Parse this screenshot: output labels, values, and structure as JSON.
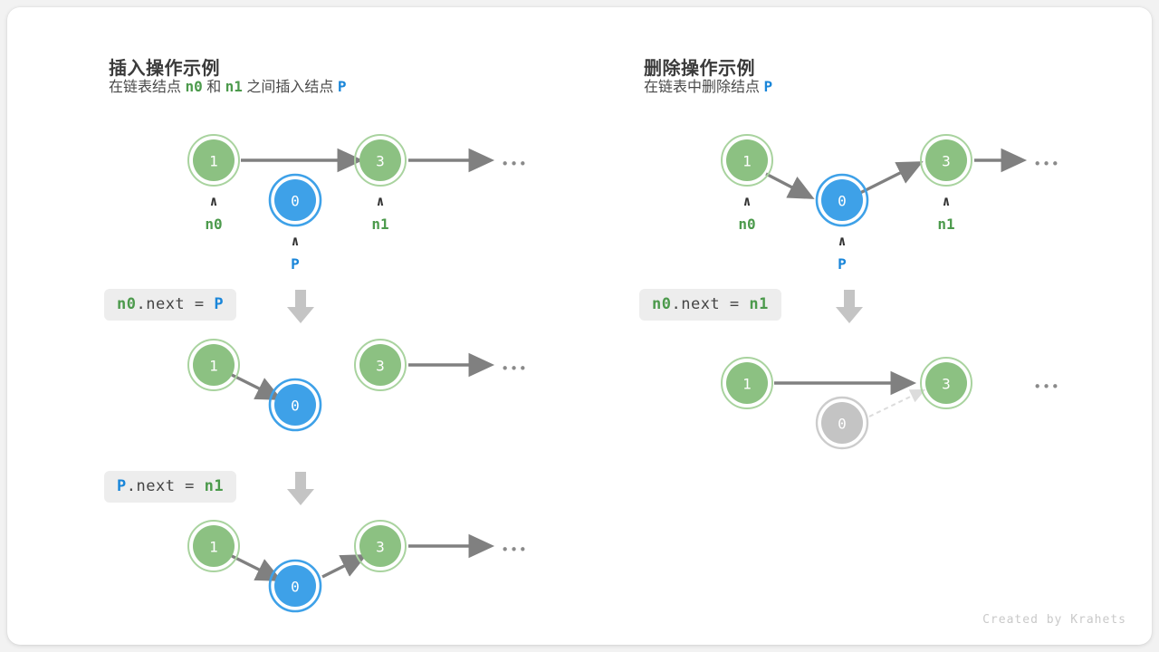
{
  "theme": {
    "page_bg": "#f2f2f2",
    "card_bg": "#ffffff",
    "node_green_fill": "#8cc182",
    "node_green_ring": "#a9d39f",
    "node_blue_fill": "#3ea1e8",
    "node_blue_ring": "#3ea1e8",
    "node_gray_fill": "#c4c4c4",
    "node_gray_ring": "#cccccc",
    "arrow_gray": "#808080",
    "arrow_faded": "#dcdcdc",
    "code_chip_bg": "#ededed",
    "text_green": "#4c9a4c",
    "text_blue": "#1a86d9",
    "heading": "#3b3b3b"
  },
  "panels": {
    "insert": {
      "title": "插入操作示例",
      "subtitle_parts": [
        {
          "text": "在链表结点",
          "kind": "plain"
        },
        {
          "text": "n0",
          "kind": "green"
        },
        {
          "text": "和",
          "kind": "plain"
        },
        {
          "text": "n1",
          "kind": "green"
        },
        {
          "text": "之间插入结点",
          "kind": "plain"
        },
        {
          "text": "P",
          "kind": "blue"
        }
      ],
      "steps": [
        {
          "code_parts": [
            {
              "text": "n0",
              "kind": "green"
            },
            {
              "text": ".next = ",
              "kind": "plain"
            },
            {
              "text": "P",
              "kind": "blue"
            }
          ]
        },
        {
          "code_parts": [
            {
              "text": "P",
              "kind": "blue"
            },
            {
              "text": ".next = ",
              "kind": "plain"
            },
            {
              "text": "n1",
              "kind": "green"
            }
          ]
        }
      ],
      "rows": [
        {
          "nodes": [
            {
              "value": "1",
              "color": "green",
              "label": "n0",
              "label_color": "green"
            },
            {
              "value": "0",
              "color": "blue",
              "label": "P",
              "label_color": "blue"
            },
            {
              "value": "3",
              "color": "green",
              "label": "n1",
              "label_color": "green"
            }
          ],
          "ellipsis": "•••"
        },
        {
          "nodes": [
            {
              "value": "1",
              "color": "green"
            },
            {
              "value": "0",
              "color": "blue"
            },
            {
              "value": "3",
              "color": "green"
            }
          ],
          "ellipsis": "•••"
        },
        {
          "nodes": [
            {
              "value": "1",
              "color": "green"
            },
            {
              "value": "0",
              "color": "blue"
            },
            {
              "value": "3",
              "color": "green"
            }
          ],
          "ellipsis": "•••"
        }
      ]
    },
    "remove": {
      "title": "删除操作示例",
      "subtitle_parts": [
        {
          "text": "在链表中删除结点",
          "kind": "plain"
        },
        {
          "text": "P",
          "kind": "blue"
        }
      ],
      "steps": [
        {
          "code_parts": [
            {
              "text": "n0",
              "kind": "green"
            },
            {
              "text": ".next = ",
              "kind": "plain"
            },
            {
              "text": "n1",
              "kind": "green"
            }
          ]
        }
      ],
      "rows": [
        {
          "nodes": [
            {
              "value": "1",
              "color": "green",
              "label": "n0",
              "label_color": "green"
            },
            {
              "value": "0",
              "color": "blue",
              "label": "P",
              "label_color": "blue"
            },
            {
              "value": "3",
              "color": "green",
              "label": "n1",
              "label_color": "green"
            }
          ],
          "ellipsis": "•••"
        },
        {
          "nodes": [
            {
              "value": "1",
              "color": "green"
            },
            {
              "value": "0",
              "color": "gray"
            },
            {
              "value": "3",
              "color": "green"
            }
          ],
          "ellipsis": "•••"
        }
      ]
    }
  },
  "credit": "Created by Krahets",
  "icons": {
    "step_arrow": "down-block-arrow",
    "pointer_caret": "∧"
  }
}
